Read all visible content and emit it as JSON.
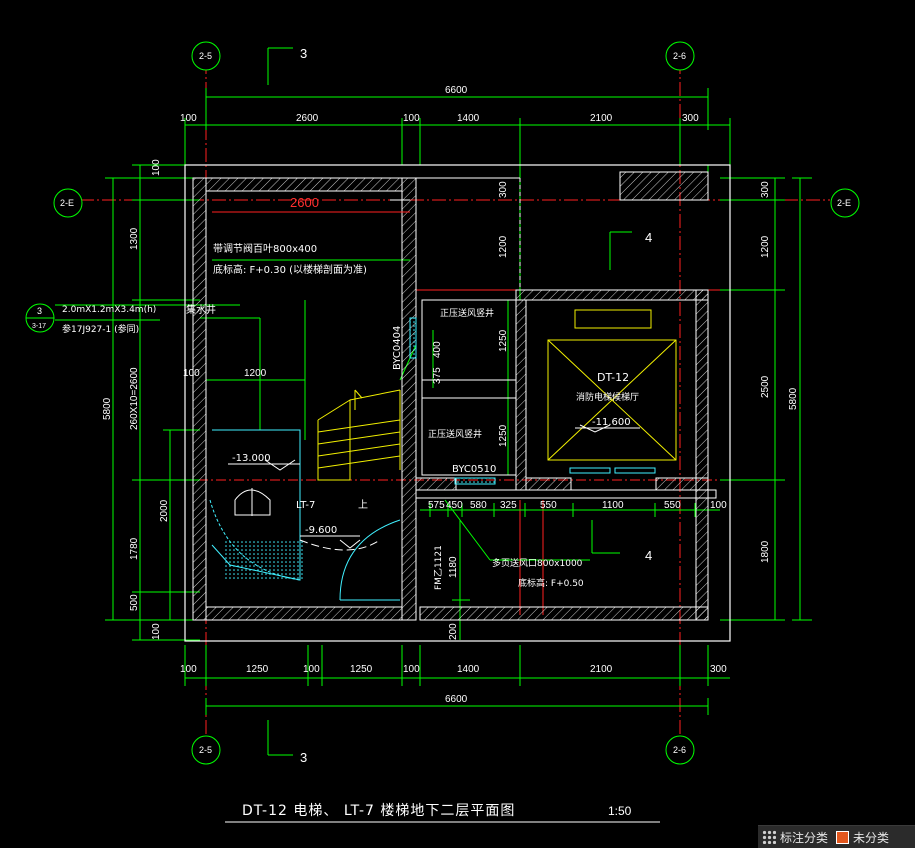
{
  "drawing": {
    "grid": {
      "left_col": "2-5",
      "right_col": "2-6",
      "row": "2-E"
    },
    "section_marks": {
      "left": "3",
      "right_top": "4",
      "right_mid": "4",
      "left_bottom": "3"
    },
    "detail_callout": {
      "num": "3",
      "sheet": "3-17"
    },
    "top_dims": {
      "overall": "6600",
      "segments": [
        "100",
        "2600",
        "100",
        "1400",
        "2100",
        "300"
      ]
    },
    "bottom_dims": {
      "overall": "6600",
      "segments": [
        "100",
        "1250",
        "100",
        "1250",
        "100",
        "1400",
        "2100",
        "300"
      ]
    },
    "left_dims": {
      "overall": "5800",
      "outer": [
        "100",
        "1300",
        "260X10=2600",
        "1780",
        "500",
        "100"
      ],
      "inner": [
        "2000"
      ]
    },
    "right_dims": {
      "overall": "5800",
      "segments": [
        "300",
        "1200",
        "2500",
        "1800"
      ]
    },
    "inner_dims": {
      "red_width": "2600",
      "stair_1200": "1200",
      "stair_100": "100",
      "col_300": "300",
      "col_1200": "1200",
      "shaft_400": "400",
      "shaft_375": "375",
      "shaft_1250a": "1250",
      "shaft_1250b": "1250",
      "row_575": "575",
      "row_450": "450",
      "row_580": "580",
      "row_325": "325",
      "row_550a": "550",
      "row_1100": "1100",
      "row_550b": "550",
      "row_100": "100",
      "door_1180": "1180",
      "door_200": "200"
    },
    "labels": {
      "vent_label": "带调节阀百叶800x400",
      "vent_elev": "底标高: F+0.30  (以楼梯剖面为准)",
      "sump": "集水井",
      "sump_size": "2.0mX1.2mX3.4m(h)",
      "sump_ref": "参17J927-1  (参同)",
      "shaft1": "正压送风竖井",
      "shaft2": "正压送风竖井",
      "byc1": "BYC0404",
      "byc2": "BYC0510",
      "elev_minus13": "-13.000",
      "elev_minus96": "-9.600",
      "elev_minus116": "-11.600",
      "lt7": "LT-7",
      "up": "上",
      "dt12": "DT-12",
      "fire_elevator": "消防电梯候梯厅",
      "vent2": "多页送风口800x1000",
      "vent2_elev": "底标高: F+0.50",
      "fm": "FM乙1121"
    },
    "title": {
      "main": "DT-12 电梯、  LT-7 楼梯地下二层平面图",
      "scale": "1:50"
    },
    "colors": {
      "dim_green": "#00ff00",
      "wall_white": "#ffffff",
      "axis_red": "#ff2020",
      "yellow": "#f2f000",
      "cyan": "#40f0ff"
    }
  },
  "statusbar": {
    "annotate_label": "标注分类",
    "unclass_label": "未分类"
  }
}
